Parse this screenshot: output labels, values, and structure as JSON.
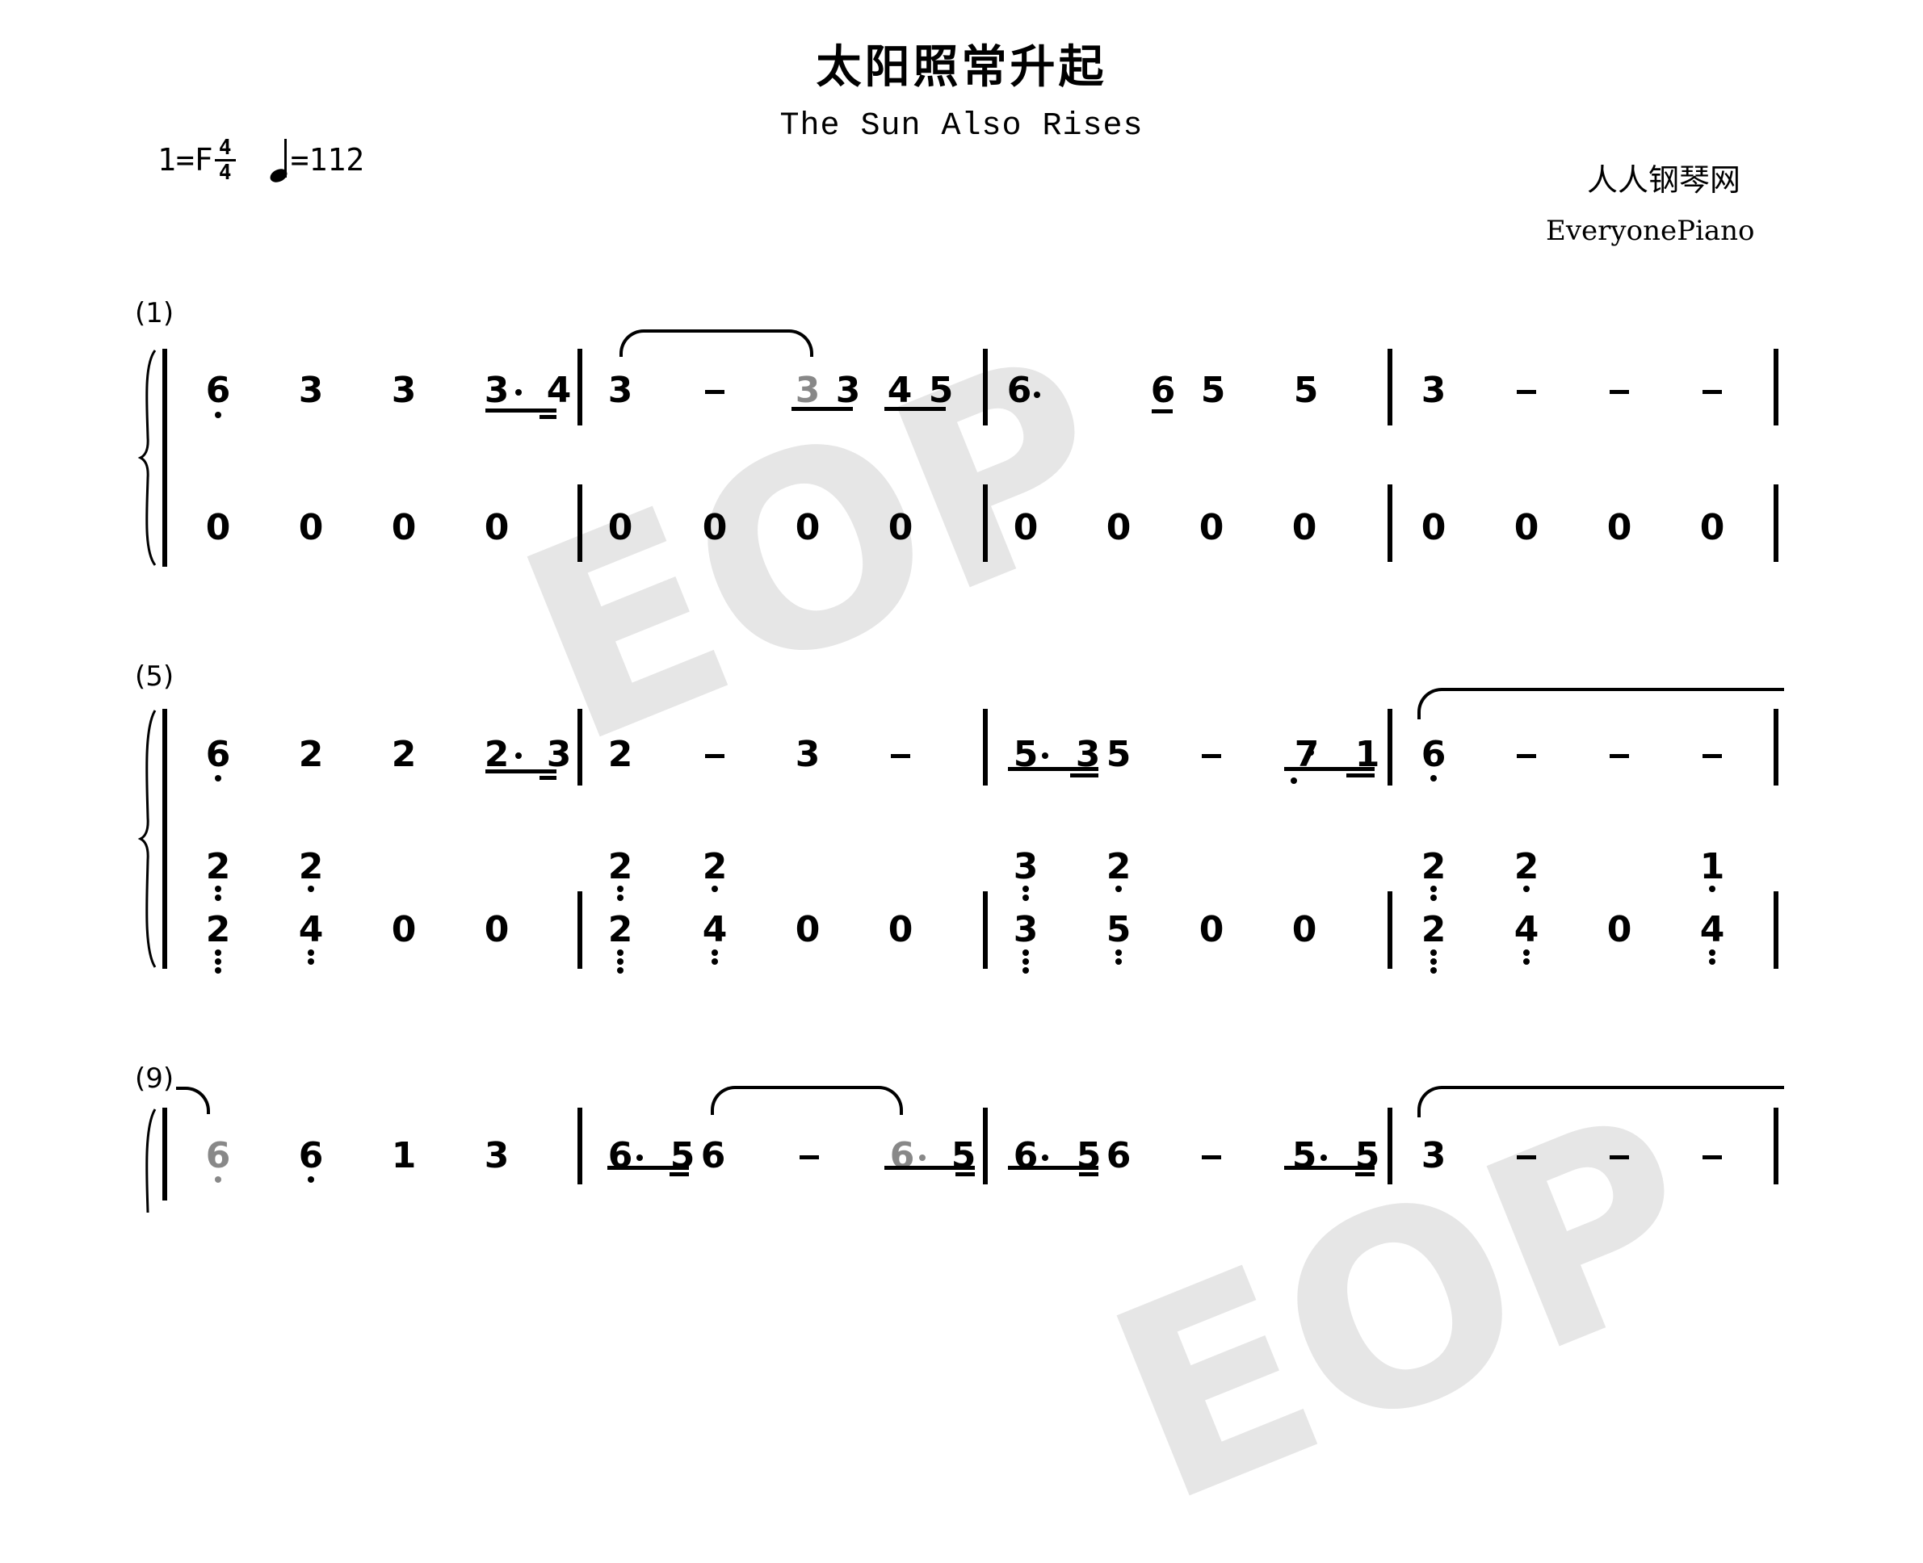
{
  "header": {
    "title": "太阳照常升起",
    "subtitle": "The Sun Also Rises",
    "key": "1=F",
    "time_signature": {
      "numerator": "4",
      "denominator": "4"
    },
    "tempo": "=112",
    "site_cn": "人人钢琴网",
    "site_en": "EveryonePiano"
  },
  "watermark": "EOP",
  "colors": {
    "ink": "#000000",
    "gray_note": "#888888",
    "watermark": "#e6e6e6"
  },
  "systems": [
    {
      "label": "(1)",
      "measures": [
        {
          "number": 1,
          "treble": "6(low) 3 3 | 3· 4(dotted eighth + sixteenth)",
          "bass": "0 0 0 0"
        },
        {
          "number": 2,
          "treble": "3 – 3(gray, tied) 3 | 4 5 (eighths)",
          "bass": "0 0 0 0"
        },
        {
          "number": 3,
          "treble": "6· 6(eighth) 5 5",
          "bass": "0 0 0 0"
        },
        {
          "number": 4,
          "treble": "3 – – –",
          "bass": "0 0 0 0"
        }
      ]
    },
    {
      "label": "(5)",
      "measures": [
        {
          "number": 5,
          "treble": "6(low) 2 2 2· 3",
          "bass": "[2/2 low-low] [2/4] 0 0"
        },
        {
          "number": 6,
          "treble": "2 – 3 –",
          "bass": "[2/2] [2/4] 0 0"
        },
        {
          "number": 7,
          "treble": "5· 3 5 – 7(low)· 1",
          "bass": "[3/3] [2/5] 0 0"
        },
        {
          "number": 8,
          "treble": "6(low, tied) – – –",
          "bass": "[2/2] [2/4] 0 [1/4]"
        }
      ]
    },
    {
      "label": "(9)",
      "measures": [
        {
          "number": 9,
          "treble": "6(gray low, tied) 6(low) 1 3"
        },
        {
          "number": 10,
          "treble": "6· 5 6 – 6(gray)· 5"
        },
        {
          "number": 11,
          "treble": "6· 5 6 – 5· 5"
        },
        {
          "number": 12,
          "treble": "3(tied) – – –"
        }
      ]
    }
  ],
  "glyphs": {
    "dash": "–",
    "zero": "0",
    "n1": "1",
    "n2": "2",
    "n3": "3",
    "n4": "4",
    "n5": "5",
    "n6": "6",
    "n7": "7"
  }
}
